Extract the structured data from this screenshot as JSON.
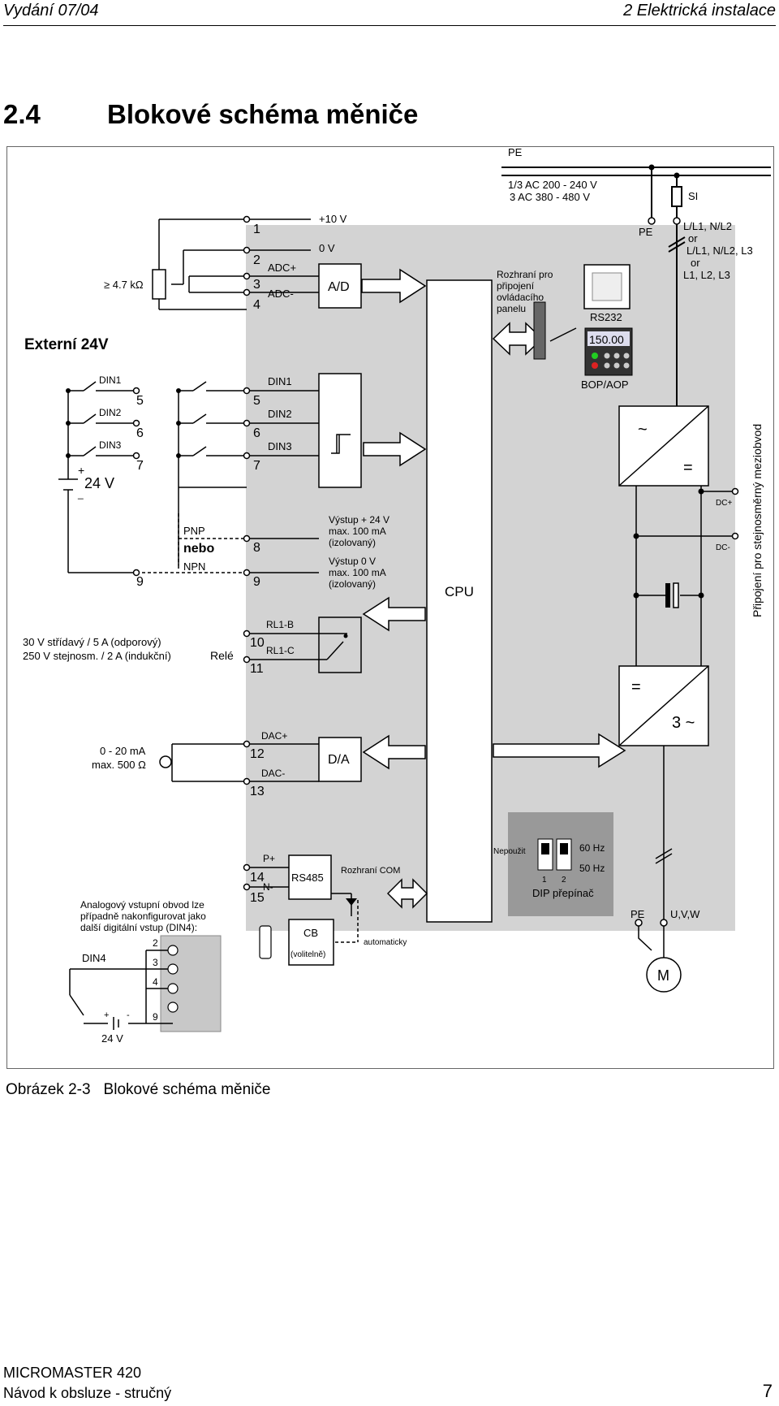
{
  "header": {
    "left": "Vydání 07/04",
    "right": "2  Elektrická instalace"
  },
  "section": {
    "number": "2.4",
    "title": "Blokové schéma měniče"
  },
  "diagram": {
    "pe_top": "PE",
    "supply_1": "1/3 AC 200 - 240 V",
    "supply_2": "3 AC 380 - 480 V",
    "si": "SI",
    "pe_left": "PE",
    "line_1": "L/L1, N/L2",
    "line_or1": "or",
    "line_2": "L/L1, N/L2, L3",
    "line_or2": "or",
    "line_3": "L1, L2, L3",
    "plus10v": "+10 V",
    "zero_v": "0 V",
    "adc_plus": "ADC+",
    "adc_minus": "ADC-",
    "ad": "A/D",
    "pot_value": "≥ 4.7 kΩ",
    "interface_1": "Rozhraní pro",
    "interface_2": "připojení",
    "interface_3": "ovládacího",
    "interface_4": "panelu",
    "rs232": "RS232",
    "panel_display": "150.00",
    "bop_aop": "BOP/AOP",
    "external_24v": "Externí 24V",
    "din1": "DIN1",
    "din2": "DIN2",
    "din3": "DIN3",
    "t1": "1",
    "t2": "2",
    "t3": "3",
    "t4": "4",
    "t5": "5",
    "t6": "6",
    "t7": "7",
    "t8": "8",
    "t9": "9",
    "t10": "10",
    "t11": "11",
    "t12": "12",
    "t13": "13",
    "t14": "14",
    "t15": "15",
    "battery_24v": "24 V",
    "plus": "+",
    "minus": "_",
    "pnp": "PNP",
    "nebo": "nebo",
    "npn": "NPN",
    "out24_1": "Výstup + 24 V",
    "out24_2": "max. 100 mA",
    "out24_3": "(izolovaný)",
    "out0_1": "Výstup 0 V",
    "out0_2": "max. 100 mA",
    "out0_3": "(izolovaný)",
    "cpu": "CPU",
    "ac_symbol": "~",
    "dc_symbol": "=",
    "dc_link": "Připojení pro stejnosměrný meziobvod",
    "dc_plus": "DC+",
    "dc_minus": "DC-",
    "relay_spec_1": "30 V střídavý / 5 A (odporový)",
    "relay_spec_2": "250 V stejnosm. / 2 A (indukční)",
    "rele": "Relé",
    "rl1b": "RL1-B",
    "rl1c": "RL1-C",
    "dac_spec_1": "0 - 20 mA",
    "dac_spec_2": "max. 500 Ω",
    "dac_plus": "DAC+",
    "dac_minus": "DAC-",
    "da": "D/A",
    "inv_dc": "=",
    "inv_ac": "3 ~",
    "nepouzit": "Nepoužit",
    "hz60": "60 Hz",
    "hz50": "50 Hz",
    "dip1": "1",
    "dip2": "2",
    "dip_label": "DIP přepínač",
    "pplus": "P+",
    "nminus": "N-",
    "rs485": "RS485",
    "com": "Rozhraní COM",
    "cb": "CB",
    "cb_opt": "(volitelně)",
    "auto": "automaticky",
    "pe_motor": "PE",
    "uvw": "U,V,W",
    "motor": "M",
    "analog_note_1": "Analogový vstupní obvod lze",
    "analog_note_2": "případně nakonfigurovat jako",
    "analog_note_3": "další digitální vstup (DIN4):",
    "din4": "DIN4",
    "n2": "2",
    "n3": "3",
    "n4": "4",
    "n9": "9",
    "din4_batt": "24 V",
    "din4_plus": "+",
    "din4_minus": "-"
  },
  "caption": {
    "number": "Obrázek 2-3",
    "text": "Blokové schéma měniče"
  },
  "footer": {
    "line1": "MICROMASTER 420",
    "line2": "Návod k obsluze - stručný",
    "page": "7"
  }
}
